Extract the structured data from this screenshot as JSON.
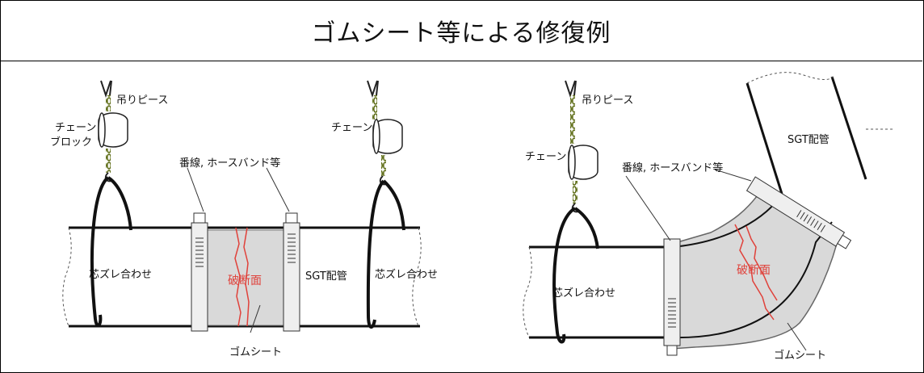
{
  "title": "ゴムシート等による修復例",
  "left": {
    "hanging_piece": "吊りピース",
    "chain_block_1": "チェーン",
    "chain_block_2": "ブロック",
    "chain_right": "チェーン",
    "binding": "番線, ホースバンド等",
    "align_left": "芯ズレ合わせ",
    "align_right": "芯ズレ合わせ",
    "fracture": "破断面",
    "sgt_pipe": "SGT配管",
    "rubber_sheet": "ゴムシート"
  },
  "right": {
    "hanging_piece": "吊りピース",
    "chain": "チェーン",
    "binding": "番線, ホースバンド等",
    "sgt_pipe": "SGT配管",
    "align": "芯ズレ合わせ",
    "fracture": "破断面",
    "rubber_sheet": "ゴムシート"
  },
  "colors": {
    "fracture": "#e0413a",
    "rubber": "#d9d9d9",
    "chain": "#8a9a2e"
  }
}
